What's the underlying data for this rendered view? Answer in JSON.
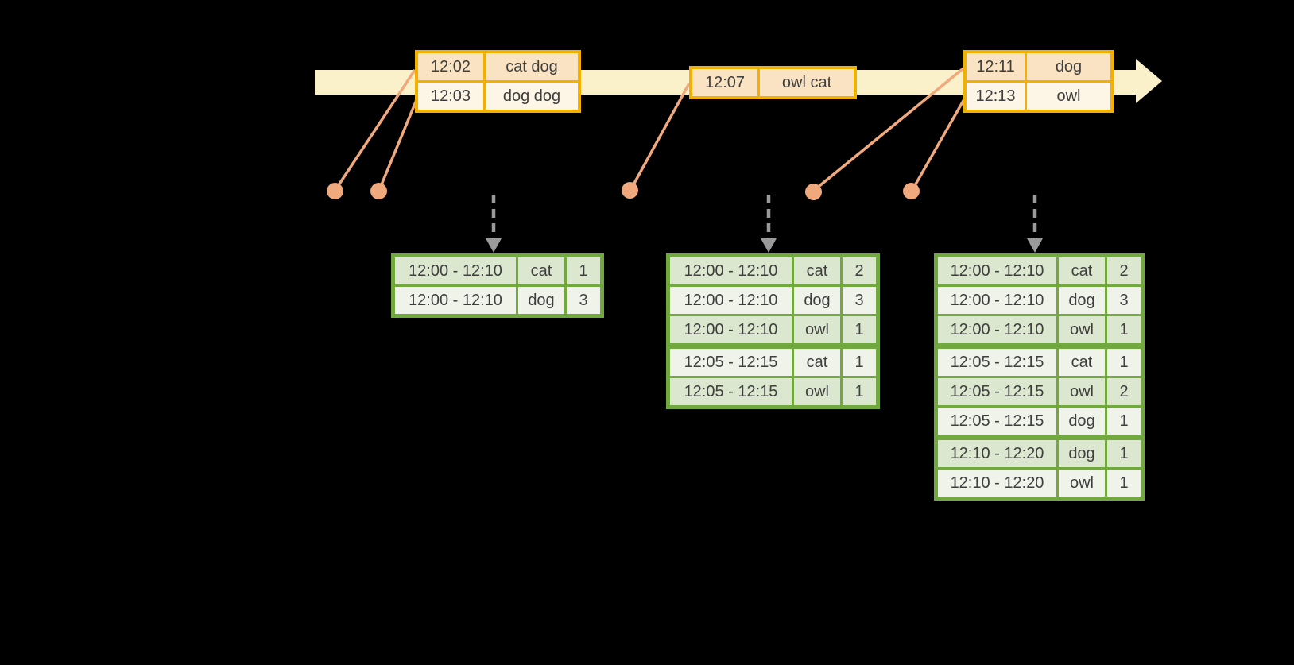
{
  "diagram": {
    "event_stream_tables": [
      {
        "rows": [
          {
            "time": "12:02",
            "words": "cat dog"
          },
          {
            "time": "12:03",
            "words": "dog dog"
          }
        ]
      },
      {
        "rows": [
          {
            "time": "12:07",
            "words": "owl cat"
          }
        ]
      },
      {
        "rows": [
          {
            "time": "12:11",
            "words": "dog"
          },
          {
            "time": "12:13",
            "words": "owl"
          }
        ]
      }
    ],
    "result_tables": [
      {
        "rows": [
          {
            "window": "12:00 - 12:10",
            "word": "cat",
            "count": "1"
          },
          {
            "window": "12:00 - 12:10",
            "word": "dog",
            "count": "3"
          }
        ]
      },
      {
        "rows": [
          {
            "window": "12:00 - 12:10",
            "word": "cat",
            "count": "2"
          },
          {
            "window": "12:00 - 12:10",
            "word": "dog",
            "count": "3"
          },
          {
            "window": "12:00 - 12:10",
            "word": "owl",
            "count": "1"
          },
          {
            "window": "12:05 - 12:15",
            "word": "cat",
            "count": "1",
            "group_start": true
          },
          {
            "window": "12:05 - 12:15",
            "word": "owl",
            "count": "1"
          }
        ]
      },
      {
        "rows": [
          {
            "window": "12:00 - 12:10",
            "word": "cat",
            "count": "2"
          },
          {
            "window": "12:00 - 12:10",
            "word": "dog",
            "count": "3"
          },
          {
            "window": "12:00 - 12:10",
            "word": "owl",
            "count": "1"
          },
          {
            "window": "12:05 - 12:15",
            "word": "cat",
            "count": "1",
            "group_start": true
          },
          {
            "window": "12:05 - 12:15",
            "word": "owl",
            "count": "2"
          },
          {
            "window": "12:05 - 12:15",
            "word": "dog",
            "count": "1"
          },
          {
            "window": "12:10 - 12:20",
            "word": "dog",
            "count": "1",
            "group_start": true
          },
          {
            "window": "12:10 - 12:20",
            "word": "owl",
            "count": "1"
          }
        ]
      }
    ],
    "colors": {
      "background": "#000000",
      "timeline_band": "#FAF0C9",
      "event_border": "#F2B100",
      "event_row_dark": "#FAE3C2",
      "event_row_light": "#FDF5E5",
      "connector": "#F0A87D",
      "trigger_arrow": "#9A9A9A",
      "result_border": "#72A93E",
      "result_row_dark": "#DCE7CF",
      "result_row_light": "#EFF3EA",
      "text": "#3F3F3F"
    }
  }
}
